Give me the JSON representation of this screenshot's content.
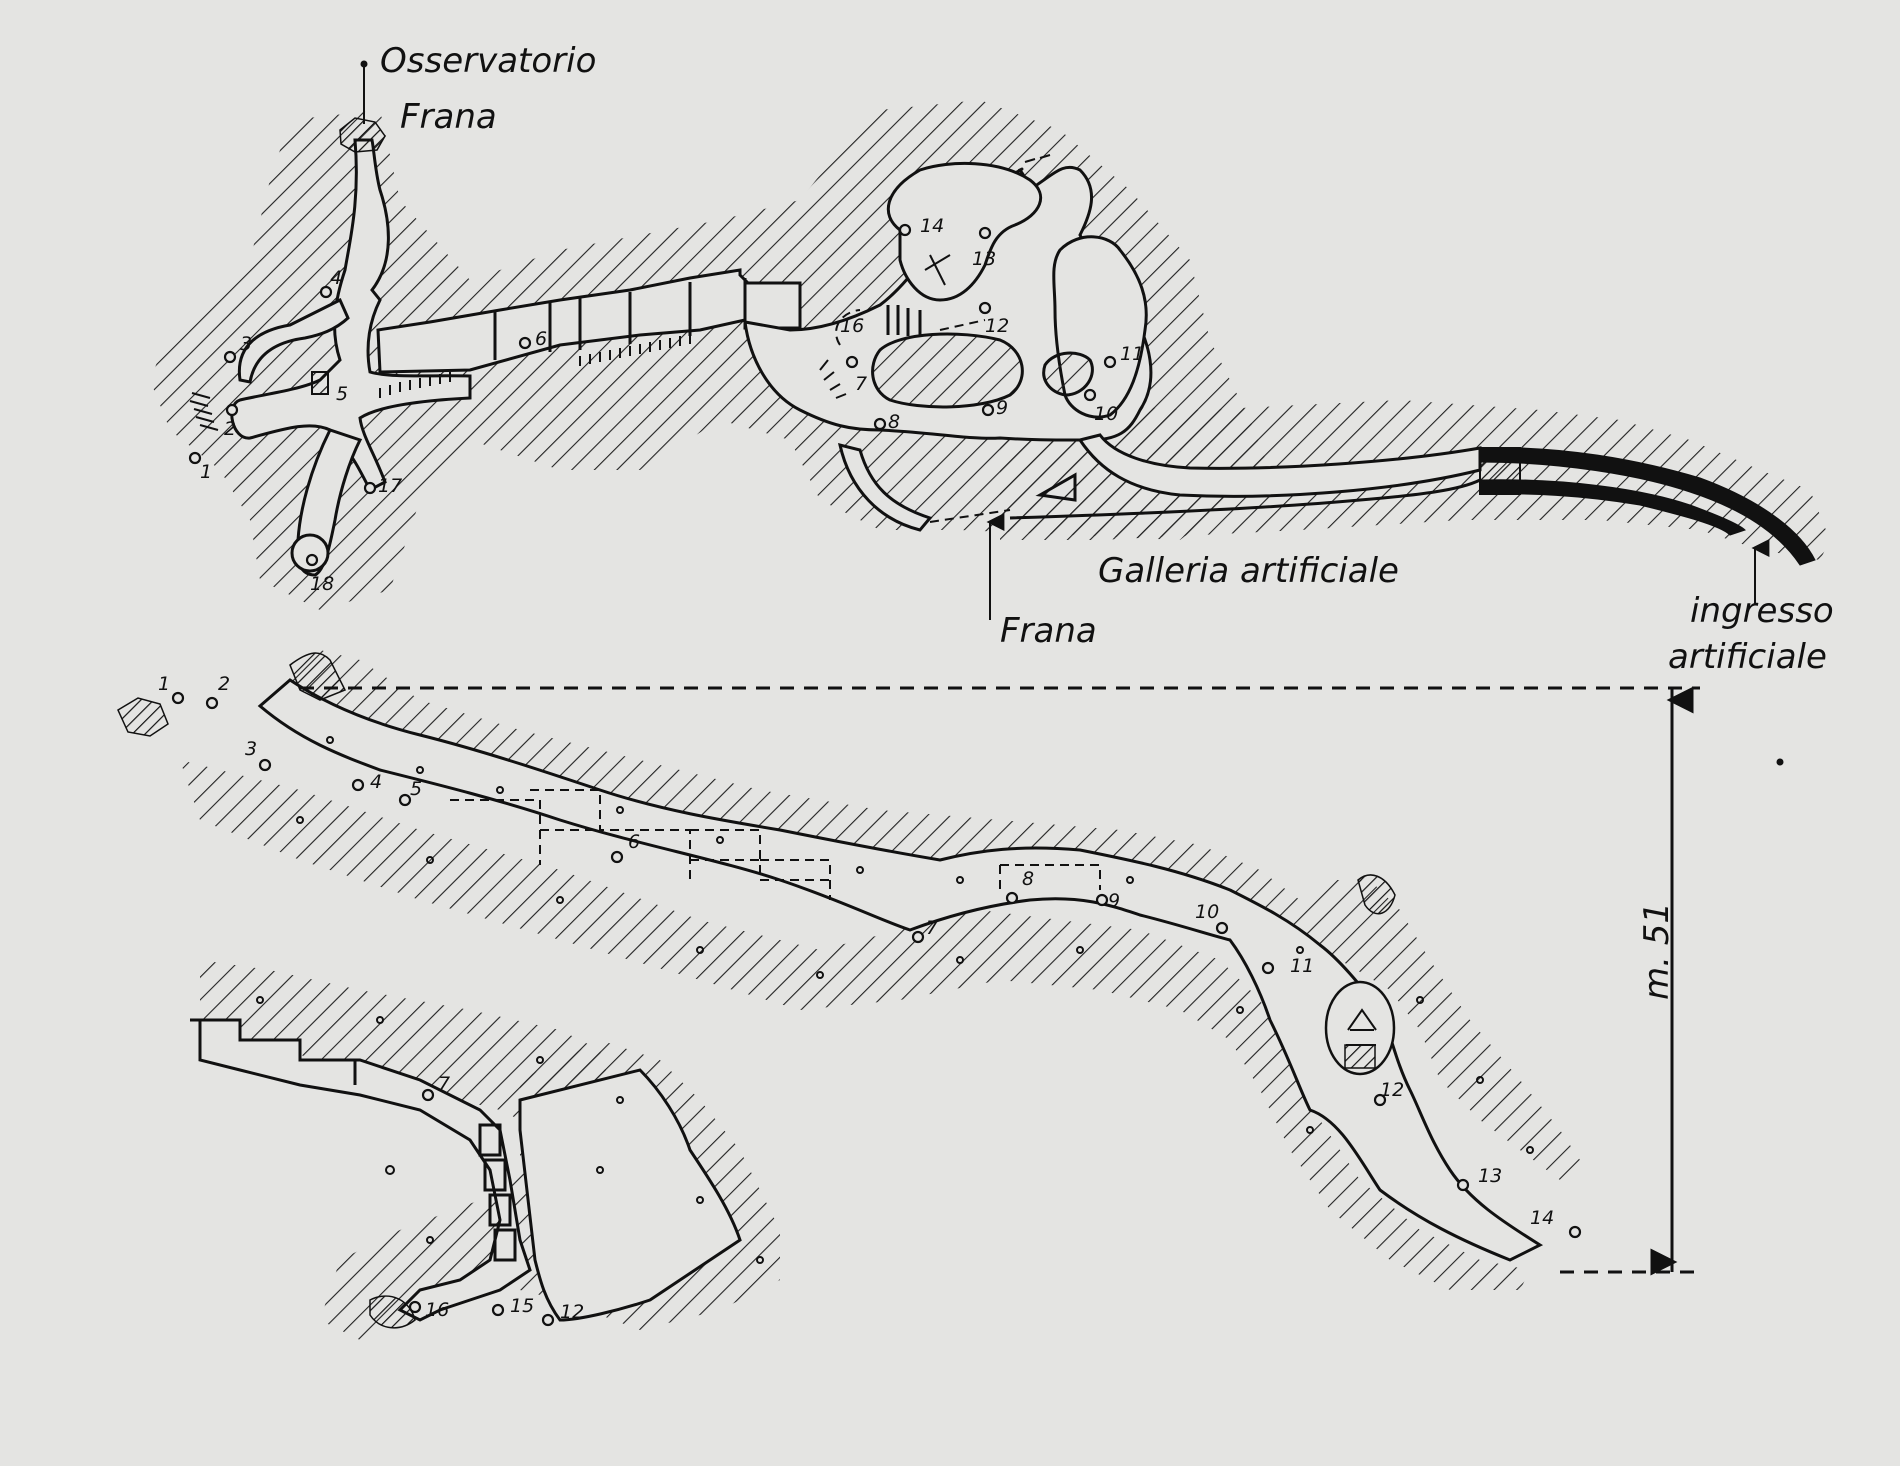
{
  "plan": {
    "label_observatory": "Osservatorio",
    "label_landslide_top": "Frana",
    "label_landslide_bottom": "Frana",
    "label_gallery": "Galleria artificiale",
    "label_entrance_line1": "ingresso",
    "label_entrance_line2": "artificiale",
    "stations": [
      "1",
      "2",
      "3",
      "4",
      "5",
      "6",
      "7",
      "8",
      "9",
      "10",
      "11",
      "12",
      "13",
      "14",
      "16",
      "17",
      "18"
    ]
  },
  "section": {
    "height_label": "m. 51",
    "stations_upper": [
      "1",
      "2",
      "3",
      "4",
      "5",
      "6",
      "7",
      "8",
      "9",
      "10",
      "11",
      "12",
      "13",
      "14"
    ],
    "stations_lower": [
      "7",
      "12",
      "15",
      "16"
    ]
  },
  "colors": {
    "background": "#e4e4e2",
    "ink": "#111111"
  }
}
